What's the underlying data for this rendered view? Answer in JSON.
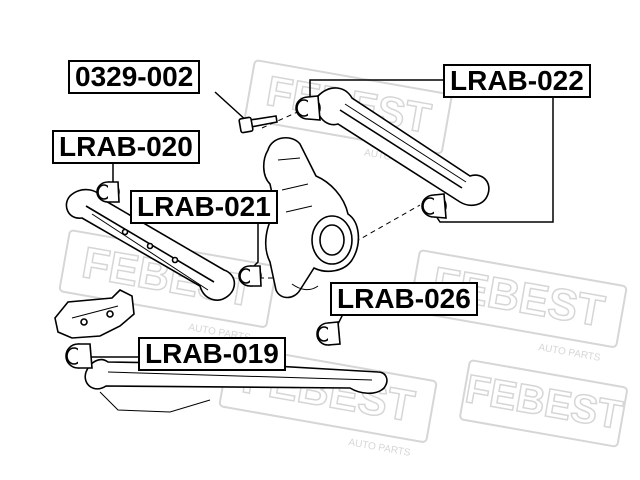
{
  "watermark": {
    "brand": "FEBEST",
    "tagline": "AUTO PARTS"
  },
  "labels": {
    "bolt": "0329-002",
    "upper_arm_bushing": "LRAB-022",
    "lower_front_arm_bushing": "LRAB-020",
    "knuckle_bushing": "LRAB-021",
    "knuckle_lower_bushing": "LRAB-026",
    "trailing_arm_bushing": "LRAB-019"
  },
  "colors": {
    "line": "#000000",
    "watermark": "#dcdcdc"
  }
}
